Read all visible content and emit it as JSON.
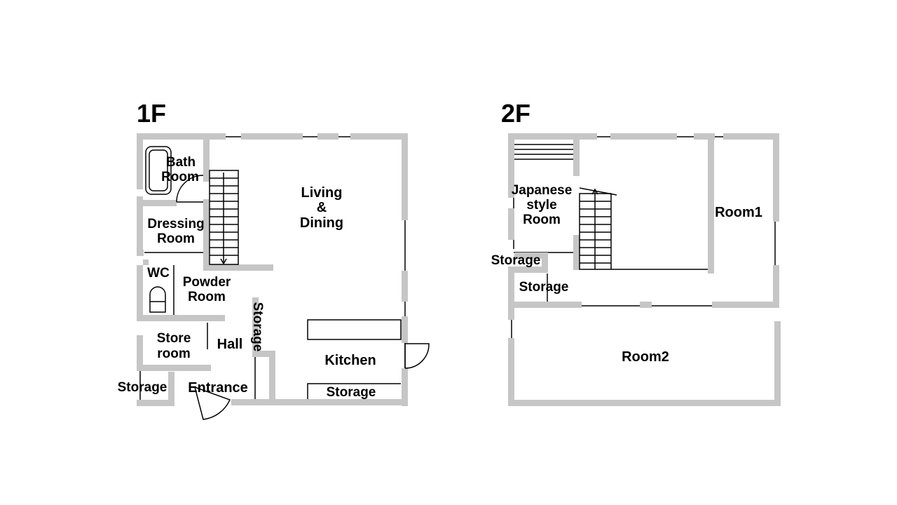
{
  "floors": [
    {
      "title": "1F",
      "rooms": {
        "bath": [
          "Bath",
          "Room"
        ],
        "living": [
          "Living",
          "&",
          "Dining"
        ],
        "dressing": [
          "Dressing",
          "Room"
        ],
        "wc": "WC",
        "powder": [
          "Powder",
          "Room"
        ],
        "storage_vertical": "Storage",
        "store_room": [
          "Store",
          "room"
        ],
        "hall": "Hall",
        "kitchen": "Kitchen",
        "storage_left": "Storage",
        "entrance": "Entrance",
        "storage_kitchen": "Storage"
      }
    },
    {
      "title": "2F",
      "rooms": {
        "japanese": [
          "Japanese",
          "style",
          "Room"
        ],
        "room1": "Room1",
        "storage_a": "Storage",
        "storage_b": "Storage",
        "room2": "Room2"
      }
    }
  ],
  "colors": {
    "wall": "#c6c6c6",
    "line": "#000000",
    "background": "#ffffff"
  }
}
